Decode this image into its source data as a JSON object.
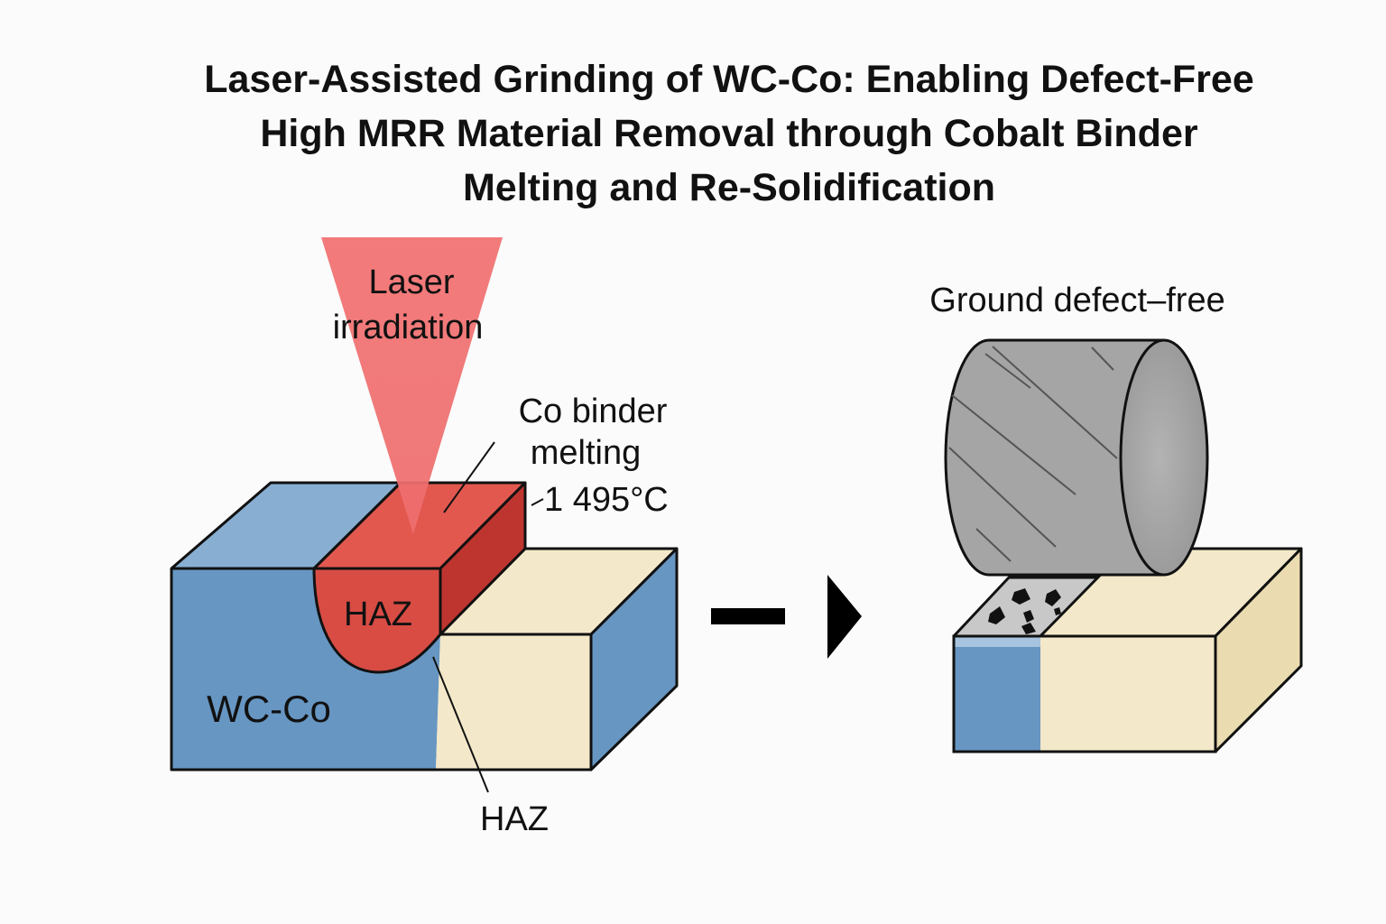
{
  "title": {
    "line1": "Laser-Assisted Grinding of WC-Co: Enabling Defect-Free",
    "line2": "High MRR Material Removal through Cobalt Binder",
    "line3": "Melting and Re-Solidification"
  },
  "labels": {
    "laser_line1": "Laser",
    "laser_line2": "irradiation",
    "co_binder_line1": "Co binder",
    "co_binder_line2": "melting",
    "temperature": "1 495°C",
    "haz_inner": "HAZ",
    "wc_co": "WC-Co",
    "haz_outer": "HAZ",
    "ground": "Ground defect–free"
  },
  "colors": {
    "laser": "#f27272",
    "blue_front": "#6796c2",
    "blue_top": "#88aed2",
    "cream_front": "#f3e8c9",
    "cream_side": "#eadbb0",
    "red_front": "#d84c44",
    "red_top": "#e2584f",
    "red_side": "#be352f",
    "wheel_gray": "#a5a5a5",
    "outline": "#111111"
  }
}
